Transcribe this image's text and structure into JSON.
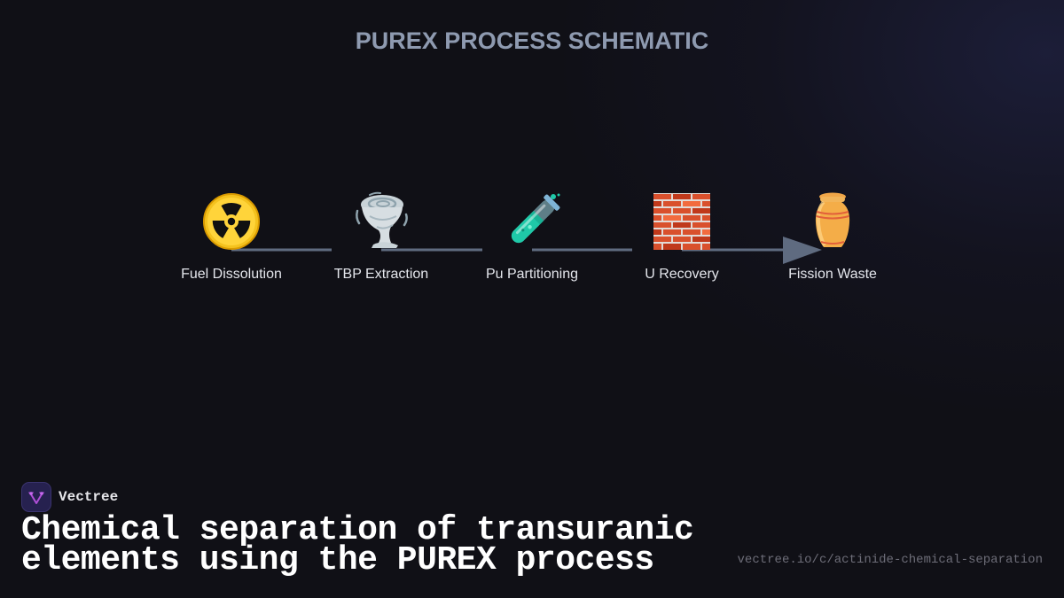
{
  "title": "PUREX PROCESS SCHEMATIC",
  "colors": {
    "background": "#101016",
    "title": "#8e9ab0",
    "connector": "#5f6b80",
    "label": "#e4e6ec",
    "brand_bg": "#26214f",
    "brand_accent": "#b04fd8",
    "url": "#6d6d78"
  },
  "flow": {
    "nodes": [
      {
        "id": "fuel-dissolution",
        "label": "Fuel Dissolution",
        "icon": "radioactive-icon",
        "glyph": "☢️"
      },
      {
        "id": "tbp-extraction",
        "label": "TBP Extraction",
        "icon": "tornado-icon",
        "glyph": "🌪️"
      },
      {
        "id": "pu-partitioning",
        "label": "Pu Partitioning",
        "icon": "test-tube-icon",
        "glyph": "🧪"
      },
      {
        "id": "u-recovery",
        "label": "U Recovery",
        "icon": "brick-wall-icon",
        "glyph": "🧱"
      },
      {
        "id": "fission-waste",
        "label": "Fission Waste",
        "icon": "urn-icon",
        "glyph": "⚱️"
      }
    ],
    "edges": [
      {
        "from": "fuel-dissolution",
        "to": "tbp-extraction",
        "arrow": false
      },
      {
        "from": "tbp-extraction",
        "to": "pu-partitioning",
        "arrow": false
      },
      {
        "from": "pu-partitioning",
        "to": "u-recovery",
        "arrow": false
      },
      {
        "from": "u-recovery",
        "to": "fission-waste",
        "arrow": true
      }
    ]
  },
  "footer": {
    "brand_name": "Vectree",
    "headline_line1": "Chemical separation of transuranic",
    "headline_line2": "elements using the PUREX process",
    "url": "vectree.io/c/actinide-chemical-separation"
  }
}
